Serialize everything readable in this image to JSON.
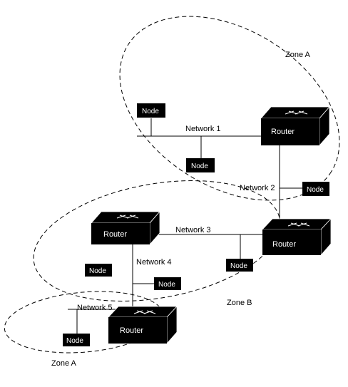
{
  "diagram": {
    "zones": {
      "zone_a_top": "Zone A",
      "zone_b": "Zone B",
      "zone_a_bottom": "Zone A"
    },
    "networks": {
      "network_1": "Network 1",
      "network_2": "Network 2",
      "network_3": "Network 3",
      "network_4": "Network 4",
      "network_5": "Network 5"
    },
    "routers": {
      "router_top_right": "Router",
      "router_middle_left": "Router",
      "router_middle_right": "Router",
      "router_bottom": "Router"
    },
    "nodes": {
      "node_top_left": "Node",
      "node_network1_mid": "Node",
      "node_network2_right": "Node",
      "node_network3_below": "Node",
      "node_zone_b_left": "Node",
      "node_network4_right": "Node",
      "node_network5_left": "Node"
    },
    "colors": {
      "line": "#000000",
      "box_fill": "#000000",
      "box_text": "#ffffff",
      "background": "#ffffff"
    }
  }
}
